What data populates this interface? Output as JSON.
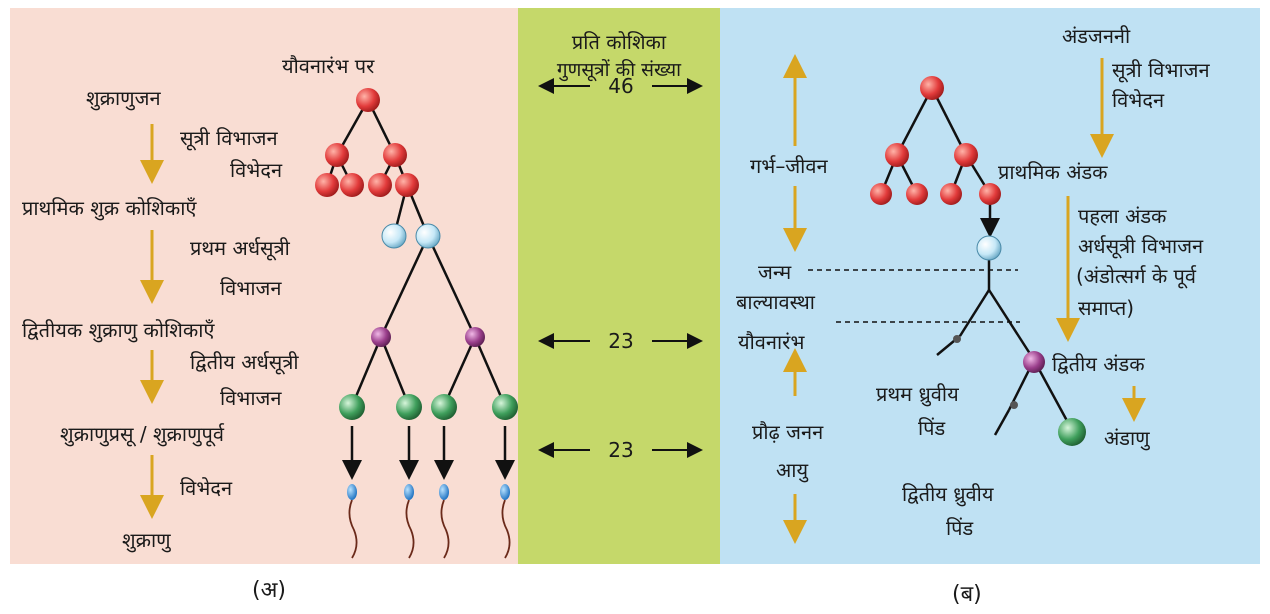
{
  "left": {
    "puberty": "यौवनारंभ पर",
    "spermatogonia": "शुक्राणुजन",
    "mitosis": "सूत्री विभाजन",
    "differentiation1": "विभेदन",
    "primary_spermatocytes": "प्राथमिक शुक्र कोशिकाएँ",
    "meiosis1": "प्रथम अर्धसूत्री",
    "division1": "विभाजन",
    "secondary_spermatocytes": "द्वितीयक शुक्राणु कोशिकाएँ",
    "meiosis2": "द्वितीय अर्धसूत्री",
    "division2": "विभाजन",
    "spermatids": "शुक्राणुप्रसू / शुक्राणुपूर्व",
    "differentiation2": "विभेदन",
    "sperm": "शुक्राणु",
    "caption": "(अ)"
  },
  "middle": {
    "header_line1": "प्रति कोशिका",
    "header_line2": "गुणसूत्रों की संख्या",
    "count1": "46",
    "count2": "23",
    "count3": "23"
  },
  "right": {
    "oogonia": "अंडजननी",
    "mitosis": "सूत्री विभाजन",
    "differentiation": "विभेदन",
    "fetal_life": "गर्भ–जीवन",
    "primary_oocyte": "प्राथमिक अंडक",
    "first_line1": "पहला अंडक",
    "first_line2": "अर्धसूत्री विभाजन",
    "first_line3": "(अंडोत्सर्ग के पूर्व",
    "first_line4": "समाप्त)",
    "birth": "जन्म",
    "childhood": "बाल्यावस्था",
    "puberty": "यौवनारंभ",
    "secondary_oocyte": "द्वितीय अंडक",
    "first_polar_body_1": "प्रथम ध्रुवीय",
    "first_polar_body_2": "पिंड",
    "adult_repro_1": "प्रौढ़ जनन",
    "adult_repro_2": "आयु",
    "ovum": "अंडाणु",
    "second_polar_body_1": "द्वितीय ध्रुवीय",
    "second_polar_body_2": "पिंड",
    "caption": "(ब)"
  },
  "colors": {
    "left_bg": "#f9ddd3",
    "middle_bg": "#c5d86a",
    "right_bg": "#bfe1f3",
    "red_cell": "#e23b3b",
    "light_blue_cell": "#c6e8f7",
    "purple_cell": "#9b3f8c",
    "green_cell": "#3f9f5c",
    "sperm_head": "#2a8fe0",
    "arrow_gold": "#d9a520"
  }
}
